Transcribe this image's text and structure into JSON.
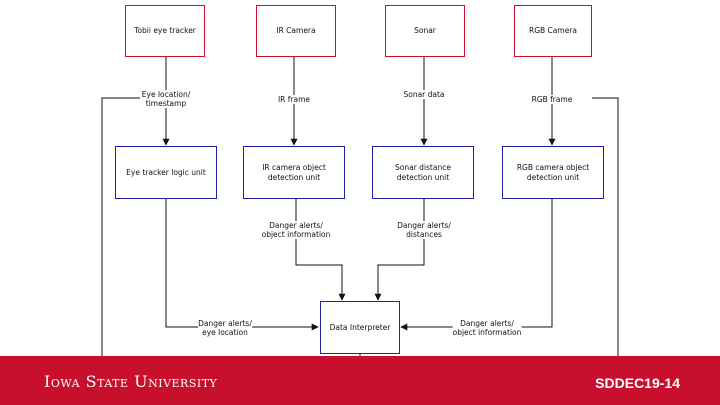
{
  "sources": {
    "eye_tracker": "Tobii eye tracker",
    "ir_camera": "IR Camera",
    "sonar": "Sonar",
    "rgb_camera": "RGB Camera"
  },
  "units": {
    "eye_logic": "Eye tracker logic unit",
    "ir_detect": "IR camera object detection unit",
    "sonar_detect": "Sonar distance detection unit",
    "rgb_detect": "RGB camera object detection unit",
    "interpreter": "Data Interpreter"
  },
  "labels": {
    "eye_location": "Eye location/\ntimestamp",
    "ir_frame": "IR frame",
    "sonar_data": "Sonar data",
    "rgb_frame": "RGB frame",
    "ir_danger": "Danger alerts/\nobject information",
    "sonar_danger": "Danger alerts/\ndistances",
    "eye_danger": "Danger alerts/\neye location",
    "rgb_danger": "Danger alerts/\nobject information"
  },
  "footer": {
    "university": "Iowa State University",
    "code": "SDDEC19-14"
  },
  "colors": {
    "brand_red": "#c8102e",
    "unit_blue": "#1f1fa3"
  }
}
